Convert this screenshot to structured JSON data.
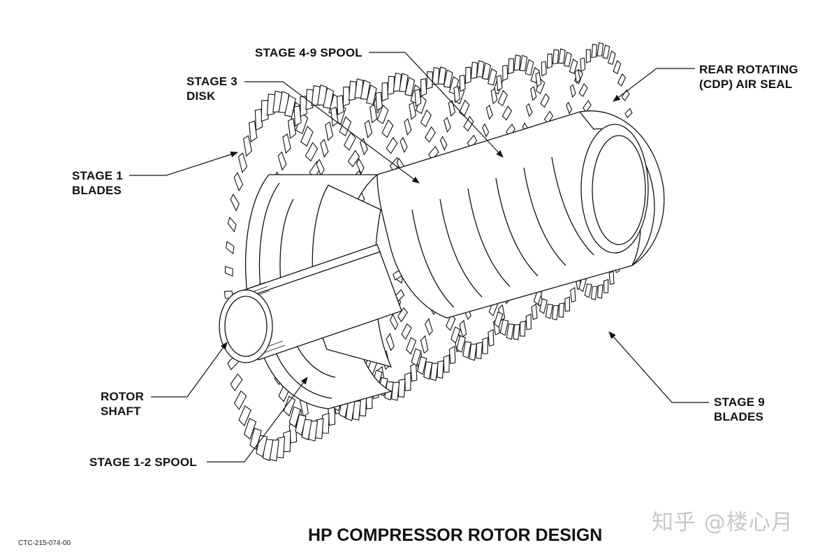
{
  "diagram": {
    "title": "HP COMPRESSOR ROTOR DESIGN",
    "figure_code": "CTC-215-074-00",
    "watermark": "知乎 @楼心月",
    "callouts": {
      "stage_4_9_spool": "STAGE 4-9 SPOOL",
      "stage_3_disk": [
        "STAGE 3",
        "DISK"
      ],
      "stage_1_blades": [
        "STAGE 1",
        "BLADES"
      ],
      "rear_rotating_seal": [
        "REAR ROTATING",
        "(CDP) AIR SEAL"
      ],
      "rotor_shaft": [
        "ROTOR",
        "SHAFT"
      ],
      "stage_1_2_spool": "STAGE 1-2 SPOOL",
      "stage_9_blades": [
        "STAGE 9",
        "BLADES"
      ]
    }
  }
}
